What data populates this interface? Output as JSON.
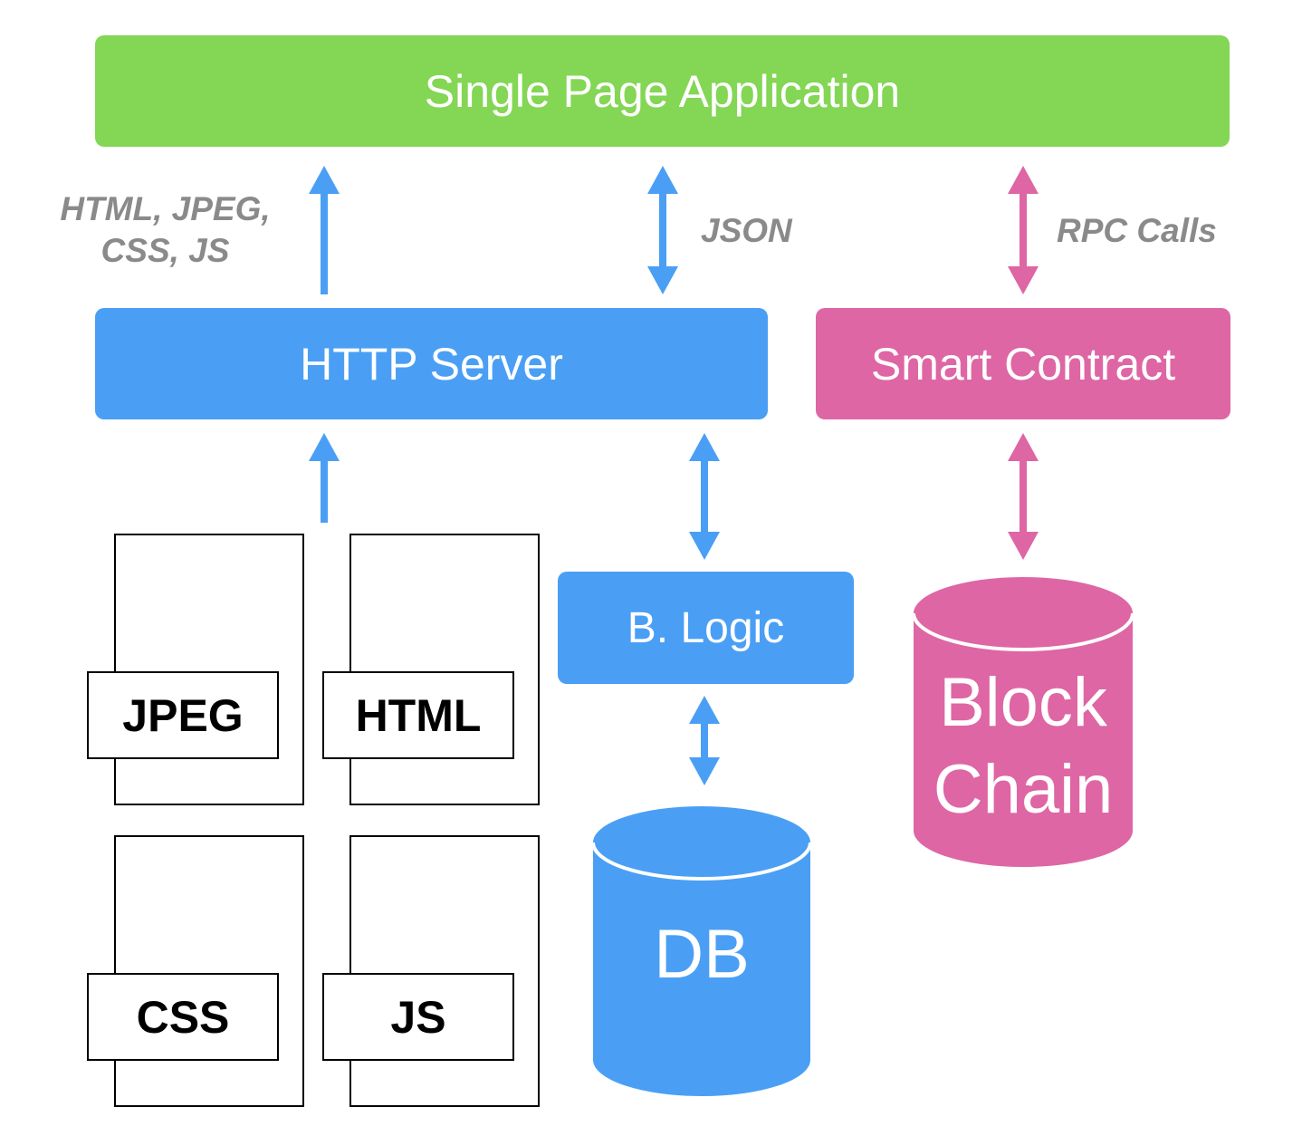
{
  "colors": {
    "green": "#84d655",
    "blue": "#4a9ff5",
    "pink": "#de66a4",
    "label_gray": "#8a8a8a"
  },
  "nodes": {
    "spa": "Single Page Application",
    "http_server": "HTTP Server",
    "smart_contract": "Smart Contract",
    "business_logic": "B. Logic",
    "db": "DB",
    "blockchain_line1": "Block",
    "blockchain_line2": "Chain"
  },
  "edge_labels": {
    "files_line1": "HTML, JPEG,",
    "files_line2": "CSS, JS",
    "json": "JSON",
    "rpc": "RPC Calls"
  },
  "files": [
    "JPEG",
    "HTML",
    "CSS",
    "JS"
  ]
}
